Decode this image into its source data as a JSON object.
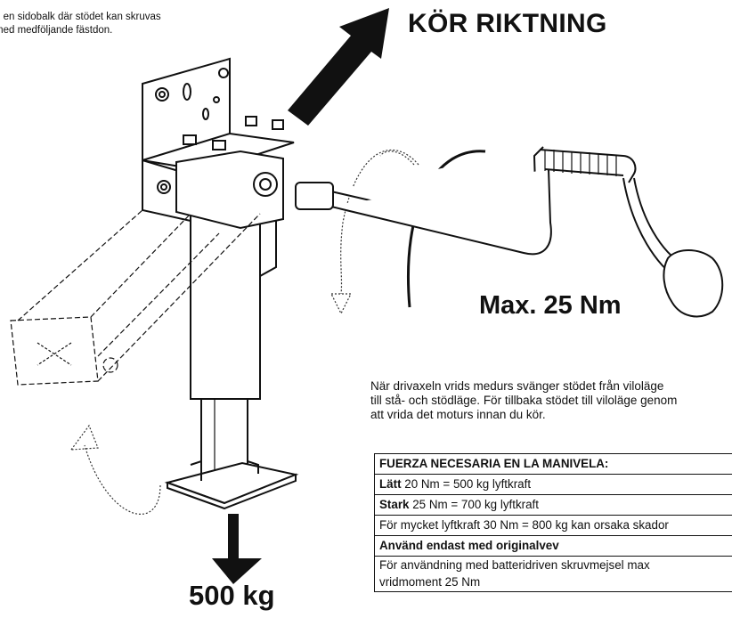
{
  "top_note": [
    "d en sidobalk där stödet kan skruvas",
    "med medföljande fästdon."
  ],
  "direction_label": "KÖR RIKTNING",
  "max_torque": "Max. 25 Nm",
  "weight_label": "500 kg",
  "description": [
    "När drivaxeln vrids medurs svänger stödet från viloläge",
    "till stå- och stödläge. För tillbaka stödet till viloläge genom",
    "att vrida det moturs innan du kör."
  ],
  "table": {
    "header": "FUERZA NECESARIA EN LA MANIVELA:",
    "rows": [
      {
        "bold_part": "Lätt",
        "text": " 20 Nm = 500 kg lyftkraft"
      },
      {
        "bold_part": "Stark",
        "text": " 25 Nm = 700 kg lyftkraft"
      },
      {
        "bold_part": "",
        "text": "För mycket lyftkraft 30 Nm = 800 kg kan orsaka skador"
      }
    ],
    "original_only": "Använd endast med originalvev",
    "battery_note": [
      "För användning med batteridriven skruvmejsel max",
      "vridmoment 25 Nm"
    ]
  }
}
